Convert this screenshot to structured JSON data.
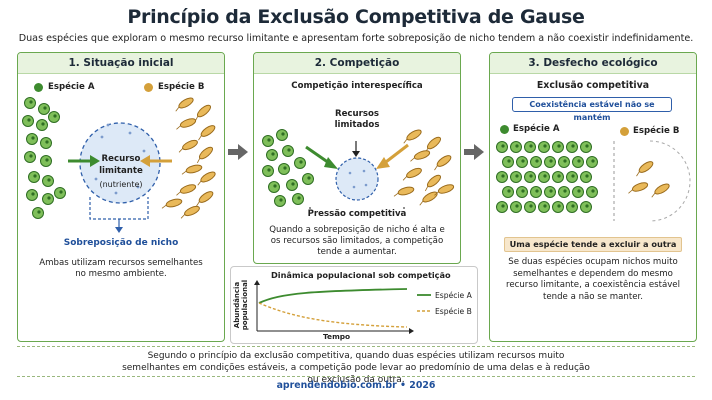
{
  "title": "Princípio da Exclusão Competitiva de Gause",
  "subtitle": "Duas espécies que exploram o mesmo recurso limitante e apresentam forte sobreposição de nicho tendem a não coexistir indefinidamente.",
  "panel1": {
    "heading": "1. Situação inicial",
    "species_a": "Espécie A",
    "species_b": "Espécie B",
    "resource_label": "Recurso limitante",
    "resource_sub": "(nutriente)",
    "overlap_label": "Sobreposição de nicho",
    "caption": "Ambas utilizam recursos semelhantes no mesmo ambiente."
  },
  "panel2": {
    "heading": "2. Competição",
    "subheading": "Competição interespecífica",
    "resources_label": "Recursos limitados",
    "pressure_label": "Pressão competitiva",
    "caption": "Quando a sobreposição de nicho é alta e os recursos são limitados, a competição tende a aumentar."
  },
  "dynamics": {
    "title": "Dinâmica populacional sob competição",
    "ylabel": "Abundância populacional",
    "xlabel": "Tempo",
    "legend_a": "Espécie A",
    "legend_b": "Espécie B"
  },
  "panel3": {
    "heading": "3. Desfecho ecológico",
    "subheading": "Exclusão competitiva",
    "badge": "Coexistência estável não se mantém",
    "species_a": "Espécie A",
    "species_b": "Espécie B",
    "exclusion_label": "Uma espécie tende a excluir a outra",
    "caption": "Se duas espécies ocupam nichos muito semelhantes e dependem do mesmo recurso limitante, a coexistência estável tende a não se manter."
  },
  "footer": {
    "text": "Segundo o princípio da exclusão competitiva, quando duas espécies utilizam recursos muito semelhantes em condições estáveis, a competição pode levar ao predomínio de uma delas e à redução ou exclusão da outra.",
    "credit": "aprendendobio.com.br • 2026"
  },
  "colors": {
    "species_a": "#3d8b2f",
    "species_b": "#d4a03a",
    "resource": "#dde9f7",
    "accent_blue": "#1f4f9a",
    "panel_border": "#6aa84f"
  }
}
